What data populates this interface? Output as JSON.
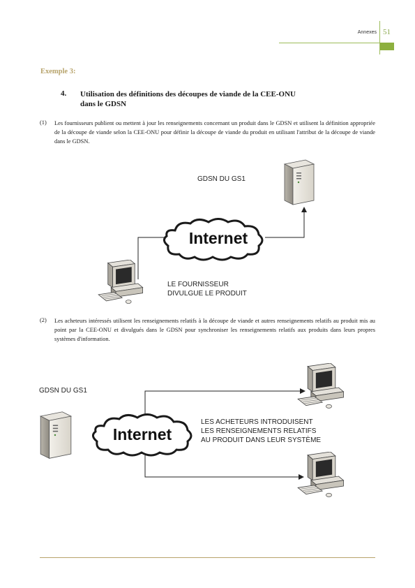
{
  "header": {
    "label": "Annexes",
    "page_number": "51"
  },
  "example_heading": "Exemple 3:",
  "section": {
    "number": "4.",
    "title_line1": "Utilisation des définitions des découpes de viande de la CEE-ONU",
    "title_line2": "dans le GDSN"
  },
  "paragraph1": {
    "number": "(1)",
    "text": "Les fournisseurs publient ou mettent à jour les renseignements concernant un produit dans le GDSN et utilisent la définition appropriée de la découpe de viande selon la CEE-ONU pour définir la découpe de viande du produit en utilisant l'attribut de la découpe de viande dans le GDSN."
  },
  "diagram1": {
    "server_label": "GDSN DU GS1",
    "cloud_label": "Internet",
    "supplier_label": "LE FOURNISSEUR\nDIVULGUE LE PRODUIT"
  },
  "paragraph2": {
    "number": "(2)",
    "text": "Les acheteurs intéressés utilisent les renseignements relatifs à la découpe de viande et autres renseignements relatifs au produit mis au point par la CEE-ONU et divulgués dans le GDSN pour synchroniser les renseignements relatifs aux produits dans leurs propres systèmes d'information."
  },
  "diagram2": {
    "server_label": "GDSN DU GS1",
    "cloud_label": "Internet",
    "buyers_label": "LES ACHETEURS INTRODUISENT\nLES RENSEIGNEMENTS RELATIFS\nAU PRODUIT DANS LEUR SYSTÈME"
  },
  "colors": {
    "accent_green": "#8db03f",
    "heading_gold": "#b7a36b"
  }
}
